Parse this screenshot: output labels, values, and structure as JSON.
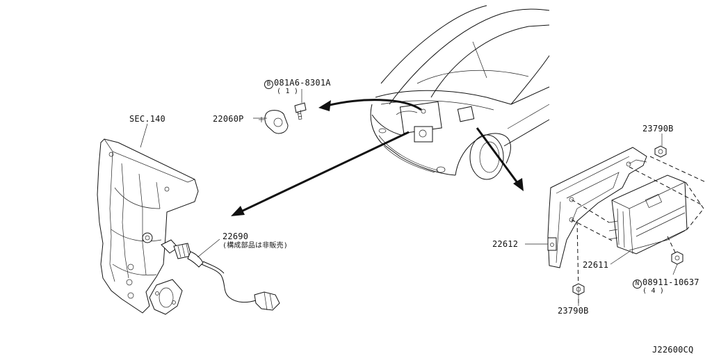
{
  "labels": {
    "sec140": "SEC.140",
    "bolt_code": "B",
    "bolt_part": "081A6-8301A",
    "bolt_qty": "( 1 )",
    "sensor_22060p": "22060P",
    "oxygen_sensor": "22690",
    "oxygen_note": "(構成部品は非販売)",
    "bracket_22612": "22612",
    "nut_top": "23790B",
    "nut_bottom": "23790B",
    "ecm_22611": "22611",
    "nut_code": "N",
    "nut_part": "08911-10637",
    "nut_qty": "( 4 )",
    "diagram_code": "J22600CQ"
  }
}
